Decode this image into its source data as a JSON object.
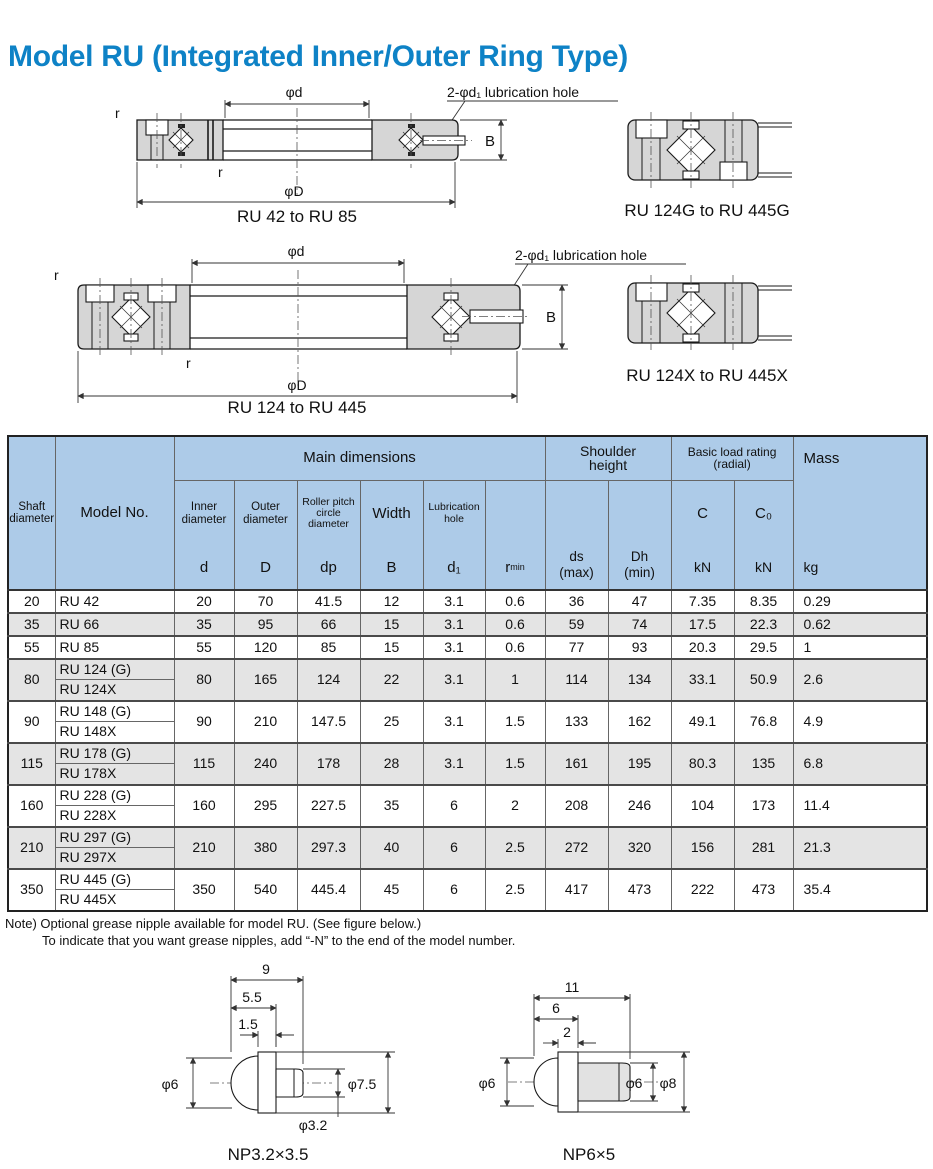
{
  "title": "Model RU (Integrated Inner/Outer Ring Type)",
  "colors": {
    "title_blue": "#0e82c6",
    "table_header_bg": "#adcbe8",
    "row_alt_bg": "#e4e4e4",
    "drawing_fill": "#d6d6d6"
  },
  "figures": {
    "labels": {
      "phi_d": "φd",
      "phi_D": "φD",
      "width": "B",
      "edge_r": "r",
      "lube": "2-φd₁ lubrication hole"
    },
    "captions": {
      "small": "RU 42 to RU 85",
      "g_type": "RU 124G to RU 445G",
      "large": "RU 124 to RU 445",
      "x_type": "RU 124X to RU 445X"
    }
  },
  "note": {
    "line1": "Note) Optional grease nipple available for model RU. (See figure below.)",
    "line2": "To indicate that you want grease nipples, add “-N” to the end of the model number."
  },
  "nipples": {
    "np1": {
      "caption": "NP3.2×3.5",
      "total_len": "9",
      "body_len": "5.5",
      "flange_thk": "1.5",
      "head_dia": "φ6",
      "flange_dia": "φ7.5",
      "thread_dia": "φ3.2"
    },
    "np2": {
      "caption": "NP6×5",
      "total_len": "11",
      "body_len": "6",
      "flange_thk": "2",
      "head_dia": "φ6",
      "thread_dia": "φ6",
      "flange_dia": "φ8"
    }
  },
  "table": {
    "groups": {
      "main": "Main dimensions",
      "shoulder": "Shoulder\nheight",
      "basic": "Basic load rating\n(radial)",
      "mass": "Mass"
    },
    "cols": {
      "shaft": "Shaft\ndiameter",
      "model": "Model No.",
      "inner_name": "Inner\ndiameter",
      "inner_sym": "d",
      "outer_name": "Outer\ndiameter",
      "outer_sym": "D",
      "pitch_name": "Roller pitch\ncircle\ndiameter",
      "pitch_sym": "dp",
      "width_name": "Width",
      "width_sym": "B",
      "lube_name": "Lubrication\nhole",
      "lube_sym": "d₁",
      "rmin_base": "r",
      "rmin_sub": "min",
      "ds": "ds\n(max)",
      "dh": "Dh\n(min)",
      "c": "C",
      "c0": "C₀",
      "kn1": "kN",
      "kn2": "kN",
      "kg": "kg"
    },
    "rows": [
      {
        "shaft": "20",
        "models": [
          "RU 42"
        ],
        "d": "20",
        "D": "70",
        "dp": "41.5",
        "B": "12",
        "d1": "3.1",
        "rmin": "0.6",
        "ds": "36",
        "dh": "47",
        "c": "7.35",
        "c0": "8.35",
        "mass": "0.29"
      },
      {
        "shaft": "35",
        "models": [
          "RU 66"
        ],
        "d": "35",
        "D": "95",
        "dp": "66",
        "B": "15",
        "d1": "3.1",
        "rmin": "0.6",
        "ds": "59",
        "dh": "74",
        "c": "17.5",
        "c0": "22.3",
        "mass": "0.62"
      },
      {
        "shaft": "55",
        "models": [
          "RU 85"
        ],
        "d": "55",
        "D": "120",
        "dp": "85",
        "B": "15",
        "d1": "3.1",
        "rmin": "0.6",
        "ds": "77",
        "dh": "93",
        "c": "20.3",
        "c0": "29.5",
        "mass": "1"
      },
      {
        "shaft": "80",
        "models": [
          "RU 124 (G)",
          "RU 124X"
        ],
        "d": "80",
        "D": "165",
        "dp": "124",
        "B": "22",
        "d1": "3.1",
        "rmin": "1",
        "ds": "114",
        "dh": "134",
        "c": "33.1",
        "c0": "50.9",
        "mass": "2.6"
      },
      {
        "shaft": "90",
        "models": [
          "RU 148 (G)",
          "RU 148X"
        ],
        "d": "90",
        "D": "210",
        "dp": "147.5",
        "B": "25",
        "d1": "3.1",
        "rmin": "1.5",
        "ds": "133",
        "dh": "162",
        "c": "49.1",
        "c0": "76.8",
        "mass": "4.9"
      },
      {
        "shaft": "115",
        "models": [
          "RU 178 (G)",
          "RU 178X"
        ],
        "d": "115",
        "D": "240",
        "dp": "178",
        "B": "28",
        "d1": "3.1",
        "rmin": "1.5",
        "ds": "161",
        "dh": "195",
        "c": "80.3",
        "c0": "135",
        "mass": "6.8"
      },
      {
        "shaft": "160",
        "models": [
          "RU 228 (G)",
          "RU 228X"
        ],
        "d": "160",
        "D": "295",
        "dp": "227.5",
        "B": "35",
        "d1": "6",
        "rmin": "2",
        "ds": "208",
        "dh": "246",
        "c": "104",
        "c0": "173",
        "mass": "11.4"
      },
      {
        "shaft": "210",
        "models": [
          "RU 297 (G)",
          "RU 297X"
        ],
        "d": "210",
        "D": "380",
        "dp": "297.3",
        "B": "40",
        "d1": "6",
        "rmin": "2.5",
        "ds": "272",
        "dh": "320",
        "c": "156",
        "c0": "281",
        "mass": "21.3"
      },
      {
        "shaft": "350",
        "models": [
          "RU 445 (G)",
          "RU 445X"
        ],
        "d": "350",
        "D": "540",
        "dp": "445.4",
        "B": "45",
        "d1": "6",
        "rmin": "2.5",
        "ds": "417",
        "dh": "473",
        "c": "222",
        "c0": "473",
        "mass": "35.4"
      }
    ]
  }
}
